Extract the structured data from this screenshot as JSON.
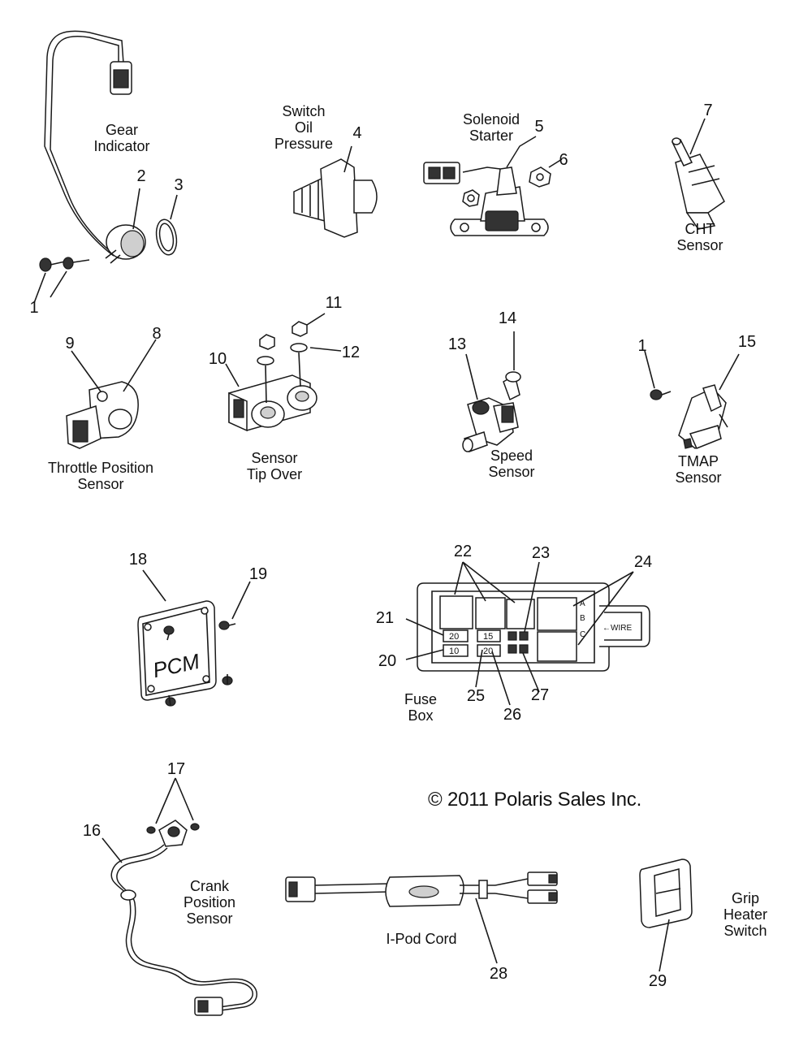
{
  "labels": {
    "gear_indicator": "Gear\nIndicator",
    "switch_oil_pressure": "Switch\nOil\nPressure",
    "solenoid_starter": "Solenoid\nStarter",
    "cht_sensor": "CHT\nSensor",
    "throttle_position_sensor": "Throttle Position\nSensor",
    "sensor_tip_over": "Sensor\nTip Over",
    "speed_sensor": "Speed\nSensor",
    "tmap_sensor": "TMAP\nSensor",
    "fuse_box": "Fuse\nBox",
    "crank_position_sensor": "Crank\nPosition\nSensor",
    "ipod_cord": "I-Pod Cord",
    "grip_heater_switch": "Grip\nHeater\nSwitch"
  },
  "callouts": {
    "n1a": "1",
    "n2": "2",
    "n3": "3",
    "n4": "4",
    "n5": "5",
    "n6": "6",
    "n7": "7",
    "n8": "8",
    "n9": "9",
    "n10": "10",
    "n11": "11",
    "n12": "12",
    "n13": "13",
    "n14": "14",
    "n1b": "1",
    "n15": "15",
    "n16": "16",
    "n17": "17",
    "n18": "18",
    "n19": "19",
    "n20": "20",
    "n21": "21",
    "n22": "22",
    "n23": "23",
    "n24": "24",
    "n25": "25",
    "n26": "26",
    "n27": "27",
    "n28": "28",
    "n29": "29"
  },
  "part_markings": {
    "pcm": "PCM",
    "wire": "←WIRE",
    "fuse_20a": "20",
    "fuse_15": "15",
    "fuse_10": "10",
    "fuse_20b": "20",
    "row_a": "A",
    "row_b": "B",
    "row_c": "C"
  },
  "copyright": "© 2011 Polaris Sales Inc."
}
